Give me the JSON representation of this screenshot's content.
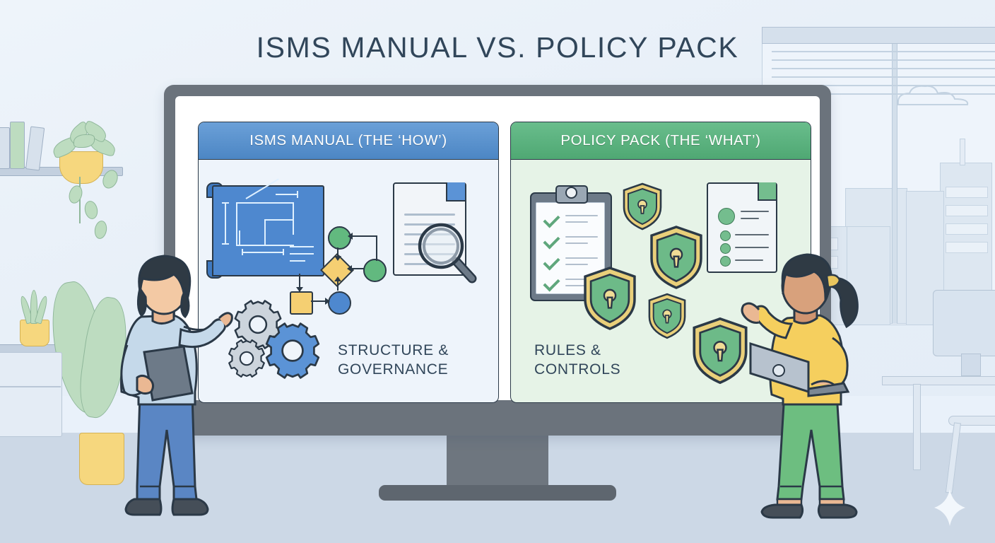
{
  "title": "ISMS MANUAL VS. POLICY PACK",
  "panels": {
    "left": {
      "header": "ISMS MANUAL (THE ‘HOW’)",
      "caption_line1": "STRUCTURE &",
      "caption_line2": "GOVERNANCE",
      "header_color": "#4c86c4",
      "body_color": "#eef4fb",
      "icons": [
        "blueprint-icon",
        "flowchart-icon",
        "gears-icon",
        "document-magnifier-icon"
      ]
    },
    "right": {
      "header": "POLICY PACK (THE ‘WHAT’)",
      "caption_line1": "RULES &",
      "caption_line2": "CONTROLS",
      "header_color": "#4fa873",
      "body_color": "#e6f3e7",
      "icons": [
        "clipboard-checklist-icon",
        "shield-lock-icon",
        "document-list-icon"
      ]
    }
  },
  "scene": {
    "background_color": "#eaf1f8",
    "monitor_color": "#6b737c",
    "floor_color": "#ccd8e6",
    "person_left": {
      "name": "presenter-left",
      "hair_color": "#2f3a44",
      "top_color": "#c5d9ea",
      "pants_color": "#5a86c4",
      "holding": "tablet"
    },
    "person_right": {
      "name": "presenter-right",
      "hair_color": "#2f3a44",
      "top_color": "#f5cf5e",
      "pants_color": "#6dbe80",
      "holding": "laptop"
    },
    "props": [
      "bookshelf",
      "hanging-plant",
      "succulent-plant",
      "leafy-plant",
      "window-blinds",
      "city-skyline",
      "cloud",
      "desk",
      "desk-monitor",
      "chair",
      "sparkle"
    ]
  }
}
